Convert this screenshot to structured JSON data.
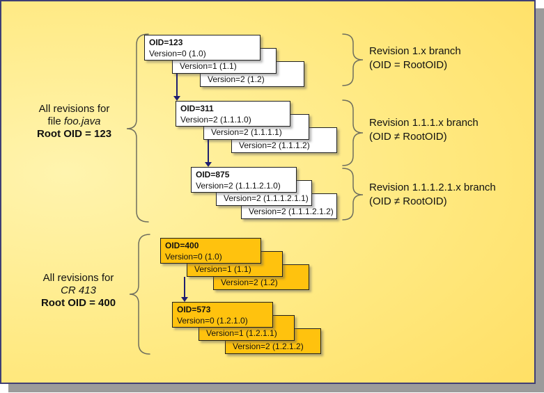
{
  "colors": {
    "slide-bg-light": "#fff4ae",
    "slide-bg-mid": "#ffe981",
    "slide-bg-dark": "#ffde62",
    "slide-border": "#3f3f75",
    "shadow": "#9b9b9b",
    "box-white": "#ffffff",
    "box-orange": "#ffc20e",
    "box-border": "#1f1f1f",
    "arrow": "#1f1f70",
    "brace": "#6e6e5e",
    "text": "#111111"
  },
  "left_labels": [
    {
      "line1": "All revisions for",
      "line2_prefix": "file ",
      "line2_italic": "foo.java",
      "line3": "Root OID = 123"
    },
    {
      "line1": "All revisions for",
      "line2_italic": "CR 413",
      "line3": "Root OID = 400"
    }
  ],
  "right_labels": [
    {
      "line1": "Revision 1.x branch",
      "line2": "(OID = RootOID)"
    },
    {
      "line1": "Revision 1.1.1.x branch",
      "line2": "(OID ≠ RootOID)"
    },
    {
      "line1": "Revision 1.1.1.2.1.x branch",
      "line2": "(OID ≠ RootOID)"
    }
  ],
  "stacks": [
    {
      "style": "white",
      "oid": "OID=123",
      "front_version": "Version=0 (1.0)",
      "back": [
        "Version=1 (1.1)",
        "Version=2 (1.2)"
      ]
    },
    {
      "style": "white",
      "oid": "OID=311",
      "front_version": "Version=2 (1.1.1.0)",
      "back": [
        "Version=2 (1.1.1.1)",
        "Version=2 (1.1.1.2)"
      ]
    },
    {
      "style": "white",
      "oid": "OID=875",
      "front_version": "Version=2 (1.1.1.2.1.0)",
      "back": [
        "Version=2 (1.1.1.2.1.1)",
        "Version=2 (1.1.1.2.1.2)"
      ]
    },
    {
      "style": "orange",
      "oid": "OID=400",
      "front_version": "Version=0 (1.0)",
      "back": [
        "Version=1 (1.1)",
        "Version=2 (1.2)"
      ]
    },
    {
      "style": "orange",
      "oid": "OID=573",
      "front_version": "Version=0 (1.2.1.0)",
      "back": [
        "Version=1 (1.2.1.1)",
        "Version=2 (1.2.1.2)"
      ]
    }
  ]
}
